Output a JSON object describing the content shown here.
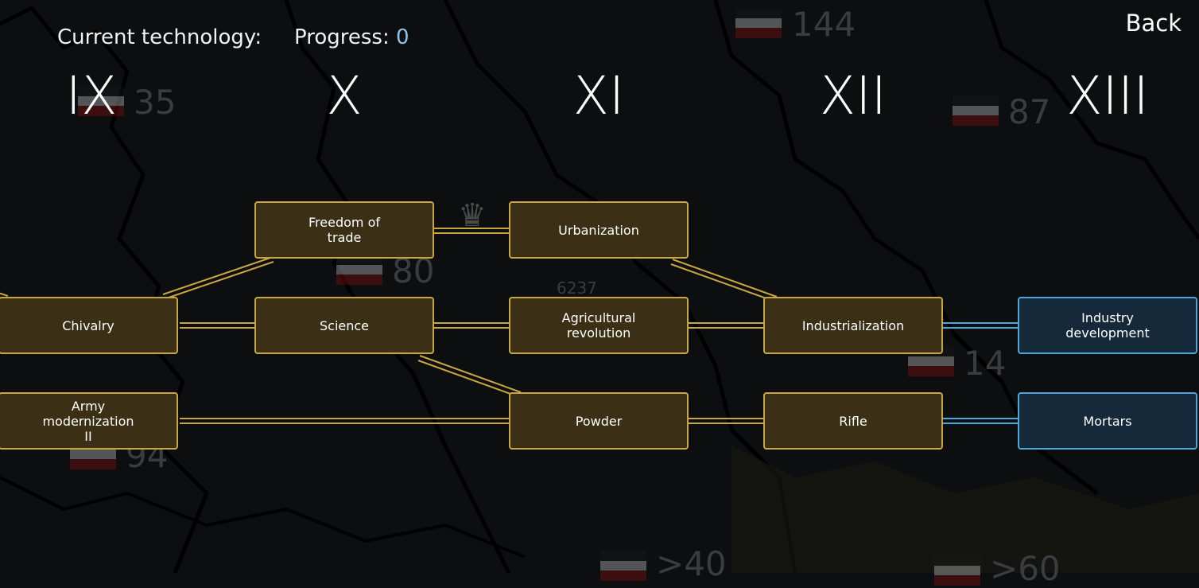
{
  "header": {
    "current_label": "Current technology:",
    "progress_label": "Progress: ",
    "progress_value": "0",
    "back_label": "Back"
  },
  "eras": [
    "IX",
    "X",
    "XI",
    "XII",
    "XIII"
  ],
  "technologies": {
    "chivalry": "Chivalry",
    "army_modernization": "Army\nmodernization\nII",
    "freedom_of_trade": "Freedom of\ntrade",
    "science": "Science",
    "urbanization": "Urbanization",
    "agricultural_revolution": "Agricultural\nrevolution",
    "powder": "Powder",
    "industrialization": "Industrialization",
    "rifle": "Rifle",
    "industry_development": "Industry\ndevelopment",
    "mortars": "Mortars"
  },
  "colors": {
    "researched_border": "#c9a642",
    "researched_fill": "#3b3016",
    "available_border": "#4aa6dc",
    "available_fill": "#15293a",
    "progress_value": "#8fc5e6"
  },
  "map_labels": [
    "144",
    "35",
    "87",
    "80",
    "6237",
    "14",
    "94",
    ">40",
    ">60"
  ]
}
